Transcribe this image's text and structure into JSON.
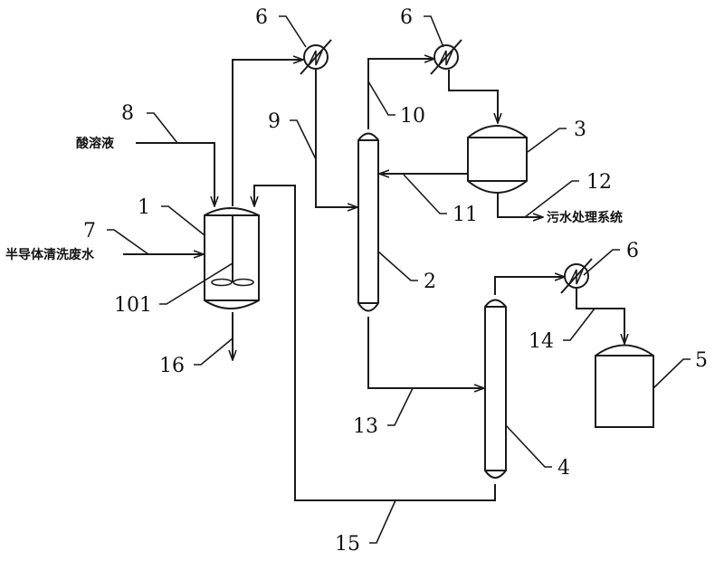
{
  "diagram": {
    "type": "process-flow",
    "stroke_color": "#1a1a1a",
    "background": "#ffffff",
    "inputs": {
      "acid_solution": "酸溶液",
      "semiconductor_wastewater": "半导体清洗废水"
    },
    "outputs": {
      "sewage_treatment": "污水处理系统"
    },
    "labels": {
      "reactor": "1",
      "agitator": "101",
      "column_a": "2",
      "tank_receiver": "3",
      "column_b": "4",
      "tank_product": "5",
      "condenser_1": "6",
      "condenser_2": "6",
      "condenser_3": "6",
      "stream_wastewater": "7",
      "stream_acid": "8",
      "stream_9": "9",
      "stream_10": "10",
      "stream_11": "11",
      "stream_12": "12",
      "stream_13": "13",
      "stream_14": "14",
      "stream_15": "15",
      "stream_16": "16"
    }
  }
}
